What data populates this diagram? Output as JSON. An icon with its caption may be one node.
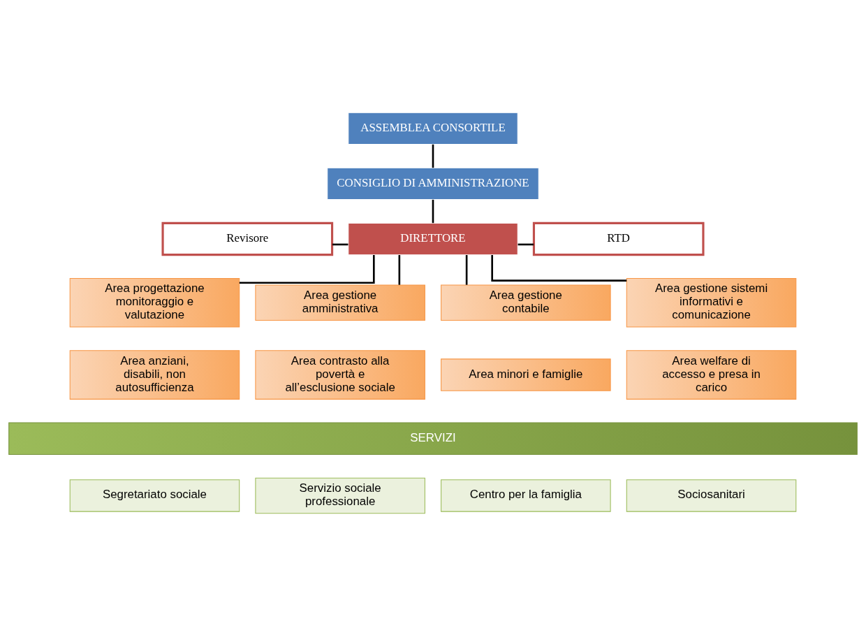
{
  "diagram": {
    "nodes": [
      {
        "text": [
          "ASSEMBLEA CONSORTILE"
        ]
      },
      {
        "text": [
          "CONSIGLIO DI AMMINISTRAZIONE"
        ]
      },
      {
        "text": [
          "Revisore"
        ]
      },
      {
        "text": [
          "DIRETTORE"
        ]
      },
      {
        "text": [
          "RTD"
        ]
      },
      {
        "text": [
          "Area progettazione monitoraggio e valutazione"
        ]
      },
      {
        "text": [
          "Area gestione amministrativa"
        ]
      },
      {
        "text": [
          "Area gestione contabile"
        ]
      },
      {
        "text": [
          "Area gestione sistemi informativi e comunicazione"
        ]
      },
      {
        "text": [
          "Area anziani, disabili, non autosufficienza"
        ]
      },
      {
        "text": [
          "Area contrasto alla povertà e all’esclusione sociale"
        ]
      },
      {
        "text": [
          "Area minori e famiglie"
        ]
      },
      {
        "text": [
          "Area welfare di accesso e presa in carico"
        ]
      },
      {
        "text": [
          "SERVIZI"
        ]
      },
      {
        "text": [
          "Segretariato sociale"
        ]
      },
      {
        "text": [
          "Servizio sociale professionale"
        ]
      },
      {
        "text": [
          "Centro per la famiglia"
        ]
      },
      {
        "text": [
          "Sociosanitari"
        ]
      }
    ],
    "edges": [
      {
        "from": 0,
        "to": 1,
        "arrow": "none"
      },
      {
        "from": 1,
        "to": 3,
        "arrow": "none"
      },
      {
        "from": 2,
        "to": 3,
        "arrow": "none"
      },
      {
        "from": 3,
        "to": 4,
        "arrow": "none"
      },
      {
        "from": 3,
        "to": 5,
        "arrow": "none"
      },
      {
        "from": 3,
        "to": 6,
        "arrow": "none"
      },
      {
        "from": 3,
        "to": 7,
        "arrow": "none"
      },
      {
        "from": 3,
        "to": 8,
        "arrow": "none"
      }
    ]
  }
}
